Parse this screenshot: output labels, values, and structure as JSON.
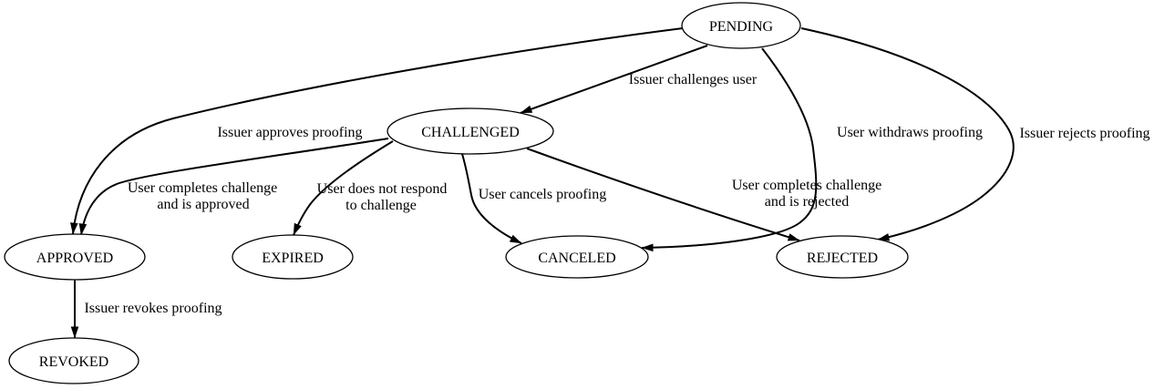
{
  "diagram": {
    "type": "state-machine",
    "colors": {
      "background": "#ffffff",
      "stroke": "#000000",
      "text": "#000000"
    },
    "nodes": {
      "pending": {
        "label": "PENDING"
      },
      "challenged": {
        "label": "CHALLENGED"
      },
      "approved": {
        "label": "APPROVED"
      },
      "expired": {
        "label": "EXPIRED"
      },
      "canceled": {
        "label": "CANCELED"
      },
      "rejected": {
        "label": "REJECTED"
      },
      "revoked": {
        "label": "REVOKED"
      }
    },
    "edges": {
      "pending_to_challenged": {
        "from": "pending",
        "to": "challenged",
        "lines": [
          "Issuer challenges user"
        ]
      },
      "pending_to_approved": {
        "from": "pending",
        "to": "approved",
        "lines": [
          "Issuer approves proofing"
        ]
      },
      "pending_to_canceled": {
        "from": "pending",
        "to": "canceled",
        "lines": [
          "User withdraws proofing"
        ]
      },
      "pending_to_rejected": {
        "from": "pending",
        "to": "rejected",
        "lines": [
          "Issuer rejects proofing"
        ]
      },
      "challenged_to_approved": {
        "from": "challenged",
        "to": "approved",
        "lines": [
          "User completes challenge",
          "and is approved"
        ]
      },
      "challenged_to_expired": {
        "from": "challenged",
        "to": "expired",
        "lines": [
          "User does not respond",
          "to challenge"
        ]
      },
      "challenged_to_canceled": {
        "from": "challenged",
        "to": "canceled",
        "lines": [
          "User cancels proofing"
        ]
      },
      "challenged_to_rejected": {
        "from": "challenged",
        "to": "rejected",
        "lines": [
          "User completes challenge",
          "and is rejected"
        ]
      },
      "approved_to_revoked": {
        "from": "approved",
        "to": "revoked",
        "lines": [
          "Issuer revokes proofing"
        ]
      }
    }
  }
}
